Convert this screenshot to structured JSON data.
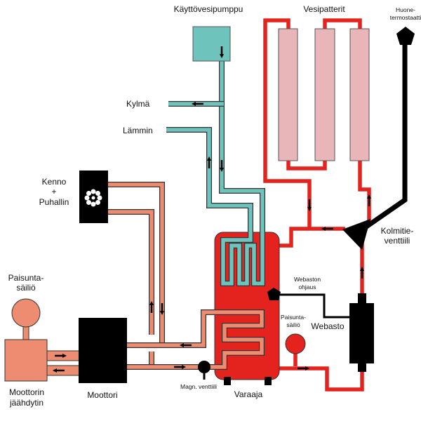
{
  "title": "",
  "labels": {
    "pump": "Käyttövesipumppu",
    "radiators": "Vesipatterit",
    "thermostat_1": "Huone-",
    "thermostat_2": "termostaatti",
    "cold": "Kylmä",
    "warm": "Lämmin",
    "heater_1": "Kenno",
    "heater_2": "+",
    "heater_3": "Puhallin",
    "valve3_1": "Kolmitie-",
    "valve3_2": "venttiili",
    "webasto_ctrl_1": "Webaston",
    "webasto_ctrl_2": "ohjaus",
    "exp_small_1": "Paisunta-",
    "exp_small_2": "säiliö",
    "webasto": "Webasto",
    "exp_1": "Paisunta-",
    "exp_2": "säiliö",
    "radiator_1": "Moottorin",
    "radiator_2": "jäähdytin",
    "engine": "Moottori",
    "magn_valve": "Magn. venttiili",
    "tank": "Varaaja"
  },
  "colors": {
    "hot_water": "#e4231f",
    "coolant": "#ee8c72",
    "tap_water": "#6fc3bd",
    "radiator_panel": "#e8b6b8",
    "control": "#000000"
  }
}
